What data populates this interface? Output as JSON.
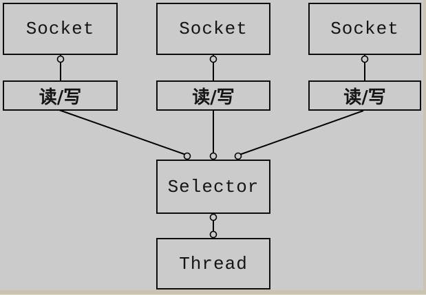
{
  "diagram": {
    "background_color": "#cbcbcb",
    "frame_color": "#c9c3b0",
    "line_color": "#000000",
    "sockets": [
      {
        "label": "Socket"
      },
      {
        "label": "Socket"
      },
      {
        "label": "Socket"
      }
    ],
    "io_boxes": [
      {
        "label": "读/写"
      },
      {
        "label": "读/写"
      },
      {
        "label": "读/写"
      }
    ],
    "selector": {
      "label": "Selector"
    },
    "thread": {
      "label": "Thread"
    }
  }
}
